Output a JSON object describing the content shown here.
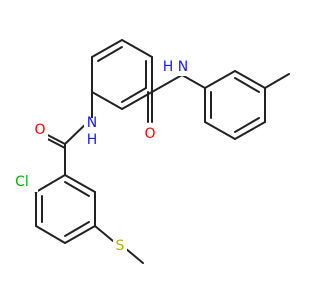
{
  "colors": {
    "bond": "#222222",
    "oxygen": "#ff0000",
    "nitrogen": "#1a1aff",
    "chlorine": "#00b300",
    "sulfur": "#b3b300",
    "background": "#ffffff"
  },
  "atoms": {
    "cl": "Cl",
    "s": "S",
    "o_lower": "O",
    "o_upper": "O",
    "n_lower": "N",
    "n_lower_h": "H",
    "n_upper": "N",
    "n_upper_h": "H"
  }
}
